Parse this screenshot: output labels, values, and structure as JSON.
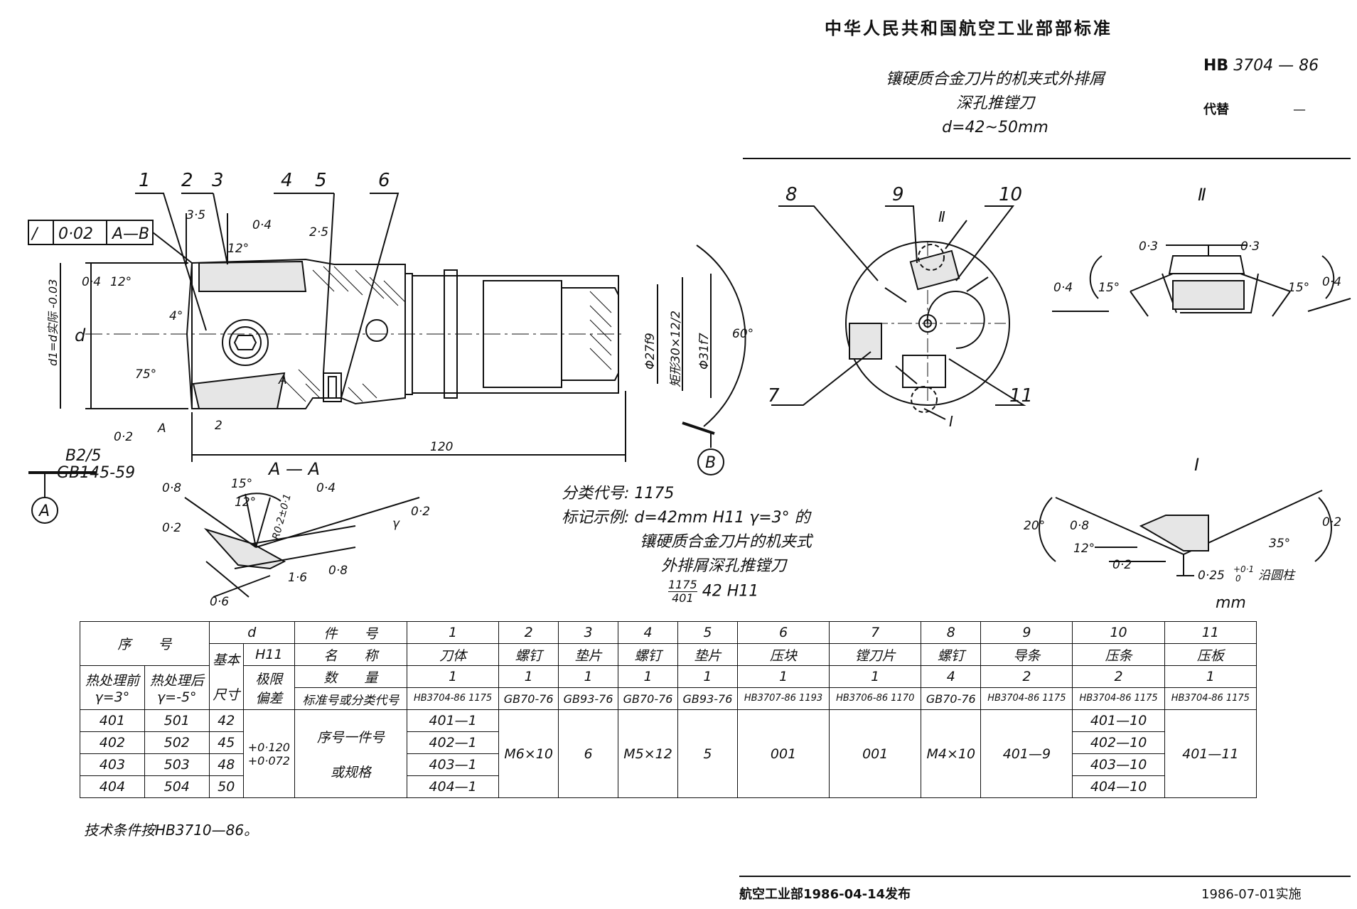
{
  "header": {
    "organization": "中华人民共和国航空工业部部标准",
    "title_line1": "镶硬质合金刀片的机夹式外排屑",
    "title_line2": "深孔推镗刀",
    "title_line3": "d=42~50mm",
    "standard_prefix": "HB",
    "standard_number": "3704 — 86",
    "replaces_label": "代替",
    "replaces_value": "—"
  },
  "drawing": {
    "callouts_main": [
      "1",
      "2",
      "3",
      "4",
      "5",
      "6"
    ],
    "callouts_end": [
      "8",
      "9",
      "10",
      "7",
      "11"
    ],
    "tolerance_frame": [
      "/",
      "0·02",
      "A—B"
    ],
    "dims": {
      "d3_5": "3·5",
      "d2_5": "2·5",
      "d0_4a": "0·4",
      "d12a": "12°",
      "d0_4b": "0·4",
      "d12b": "12°",
      "d4": "4°",
      "d75": "75°",
      "d_d": "d",
      "d_d1": "d1=d实际 -0.03",
      "d_phi27": "Φ27f9",
      "d_thread": "矩形30×12/2",
      "d_phi31": "Φ31f7",
      "d60": "60°",
      "d_A_arrow": "A",
      "d_A_section": "A",
      "d_2": "2",
      "d_0_2": "0·2",
      "d_120": "120",
      "d_B25": "B2/5",
      "d_GB": "GB145-59",
      "datum_A": "A",
      "datum_B": "B"
    },
    "section_AA": {
      "title": "A — A",
      "labels": [
        "15°",
        "12°",
        "0·8",
        "0·4",
        "0·2",
        "R0·2±0·1",
        "γ",
        "0·2",
        "1·6",
        "0·8",
        "0·6"
      ]
    },
    "view_II": {
      "title": "Ⅱ",
      "labels": [
        "0·3",
        "0·3",
        "0·4",
        "15°",
        "15°",
        "0·4"
      ]
    },
    "view_I": {
      "title": "Ⅰ",
      "labels": [
        "20°",
        "0·8",
        "12°",
        "0·2",
        "0·2",
        "35°",
        "0·25",
        "+0·1",
        "0",
        "沿圆柱"
      ]
    },
    "end_marks": [
      "Ⅱ",
      "Ⅰ"
    ]
  },
  "notes": {
    "class_code_label": "分类代号:",
    "class_code": "1175",
    "example_label": "标记示例:",
    "example_line1": "d=42mm  H11  γ=3° 的",
    "example_line2": "镶硬质合金刀片的机夹式",
    "example_line3": "外排屑深孔推镗刀",
    "example_frac_top": "1175",
    "example_frac_bottom": "401",
    "example_suffix": "42 H11",
    "unit": "mm"
  },
  "table": {
    "seq": "序　　号",
    "d": "d",
    "part_no": "件　　号",
    "name": "名　　称",
    "qty": "数　　量",
    "std": "标准号或分类代号",
    "basic": "基本",
    "size": "尺寸",
    "h11": "H11",
    "limit": "极限",
    "dev": "偏差",
    "before_ht": "热处理前",
    "after_ht": "热处理后",
    "gamma_before": "γ=3°",
    "gamma_after": "γ=-5°",
    "parts": [
      {
        "no": "1",
        "name": "刀体",
        "qty": "1",
        "std": "HB3704-86 1175"
      },
      {
        "no": "2",
        "name": "螺钉",
        "qty": "1",
        "std": "GB70-76"
      },
      {
        "no": "3",
        "name": "垫片",
        "qty": "1",
        "std": "GB93-76"
      },
      {
        "no": "4",
        "name": "螺钉",
        "qty": "1",
        "std": "GB70-76"
      },
      {
        "no": "5",
        "name": "垫片",
        "qty": "1",
        "std": "GB93-76"
      },
      {
        "no": "6",
        "name": "压块",
        "qty": "1",
        "std": "HB3707-86 1193"
      },
      {
        "no": "7",
        "name": "镗刀片",
        "qty": "1",
        "std": "HB3706-86 1170"
      },
      {
        "no": "8",
        "name": "螺钉",
        "qty": "4",
        "std": "GB70-76"
      },
      {
        "no": "9",
        "name": "导条",
        "qty": "2",
        "std": "HB3704-86 1175"
      },
      {
        "no": "10",
        "name": "压条",
        "qty": "2",
        "std": "HB3704-86 1175"
      },
      {
        "no": "11",
        "name": "压板",
        "qty": "1",
        "std": "HB3704-86 1175"
      }
    ],
    "rows": [
      {
        "before": "401",
        "after": "501",
        "size": "42",
        "p1": "401—1",
        "p10": "401—10"
      },
      {
        "before": "402",
        "after": "502",
        "size": "45",
        "p1": "402—1",
        "p10": "402—10"
      },
      {
        "before": "403",
        "after": "503",
        "size": "48",
        "p1": "403—1",
        "p10": "403—10"
      },
      {
        "before": "404",
        "after": "504",
        "size": "50",
        "p1": "404—1",
        "p10": "404—10"
      }
    ],
    "dev_upper": "+0·120",
    "dev_lower": "+0·072",
    "spec_line1": "序号一件号",
    "spec_line2": "或规格",
    "p2_spec": "M6×10",
    "p3_spec": "6",
    "p4_spec": "M5×12",
    "p5_spec": "5",
    "p6_spec": "001",
    "p7_spec": "001",
    "p8_spec": "M4×10",
    "p9_spec": "401—9",
    "p11_spec": "401—11"
  },
  "footer": {
    "tech_req": "技术条件按HB3710—86。",
    "issued": "航空工业部1986-04-14发布",
    "effective": "1986-07-01实施"
  }
}
